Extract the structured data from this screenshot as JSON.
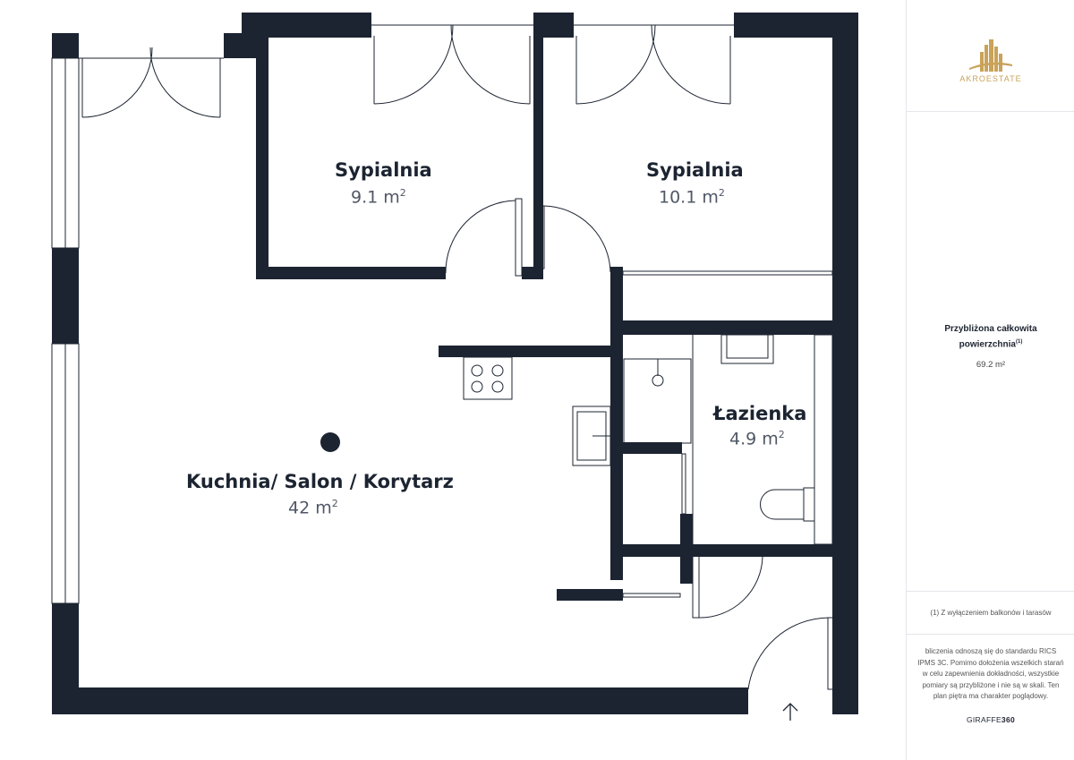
{
  "rooms": {
    "bedroom1": {
      "name": "Sypialnia",
      "area_value": "9.1 m",
      "area_unit_sup": "2"
    },
    "bedroom2": {
      "name": "Sypialnia",
      "area_value": "10.1 m",
      "area_unit_sup": "2"
    },
    "bathroom": {
      "name": "Łazienka",
      "area_value": "4.9 m",
      "area_unit_sup": "2"
    },
    "living": {
      "name": "Kuchnia/ Salon / Korytarz",
      "area_value": "42 m",
      "area_unit_sup": "2"
    }
  },
  "sidebar": {
    "logo_text": "AKROESTATE",
    "total_area_title_line1": "Przybliżona całkowita",
    "total_area_title_line2": "powierzchnia",
    "total_area_footnote_mark": "(1)",
    "total_area_value": "69.2 m²",
    "footnote": "(1) Z wyłączeniem balkonów i tarasów",
    "disclaimer": "bliczenia odnoszą się do standardu RICS IPMS 3C. Pomimo dołożenia wszelkich starań w celu zapewnienia dokładności, wszystkie pomiary są przybliżone i nie są w skali. Ten plan piętra ma charakter poglądowy.",
    "brand_light": "GIRAFFE",
    "brand_bold": "360"
  },
  "colors": {
    "wall": "#1c2431",
    "accent_gold": "#c9a35a",
    "text_gray": "#505866"
  }
}
